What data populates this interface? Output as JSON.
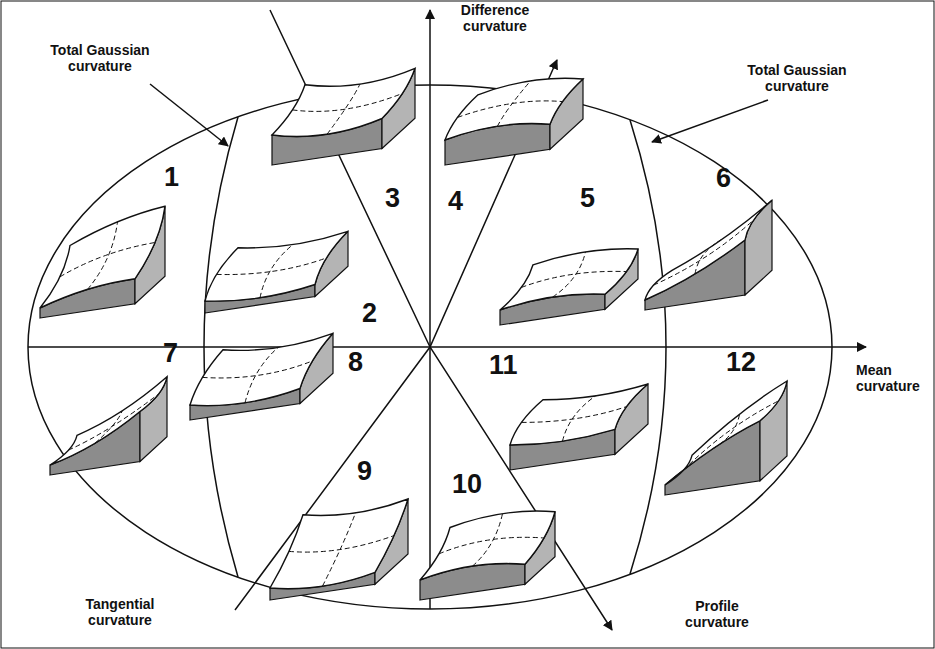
{
  "diagram": {
    "labels": [
      "Difference curvature",
      "Total Gaussian curvature",
      "Total Gaussian curvature",
      "Mean curvature",
      "Tangential curvature",
      "Profile curvature",
      "1",
      "2",
      "3",
      "4",
      "5",
      "6",
      "7",
      "8",
      "9",
      "10",
      "11",
      "12"
    ]
  }
}
